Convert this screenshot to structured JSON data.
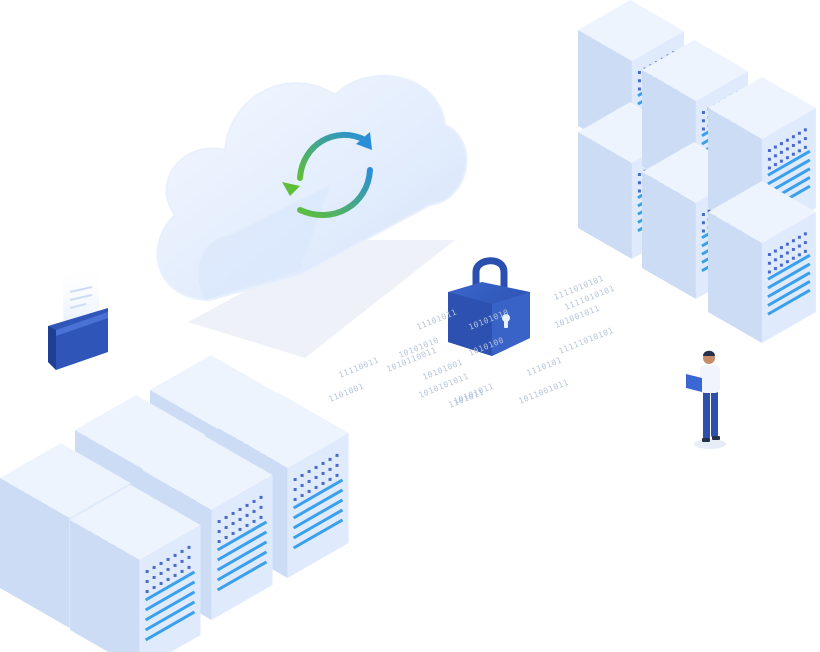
{
  "binary_text": [
    "11110011",
    "10101010",
    "11101011",
    "10101010",
    "1101001",
    "1010110011",
    "10101001",
    "1010100",
    "1111010101",
    "1111010101",
    "101001011",
    "10101011",
    "1110101",
    "1101011",
    "1010101011",
    "11111010101",
    "1011001011"
  ],
  "colors": {
    "server_face": "#dfeafc",
    "server_side": "#cddcf5",
    "server_top": "#eef4fe",
    "stripe": "#3aa0ec",
    "dots": "#4b6bc9",
    "cloud": "#e3eefc",
    "lock": "#2f55b8",
    "sync_green": "#5fbf3a",
    "sync_blue": "#2a8fd8"
  }
}
